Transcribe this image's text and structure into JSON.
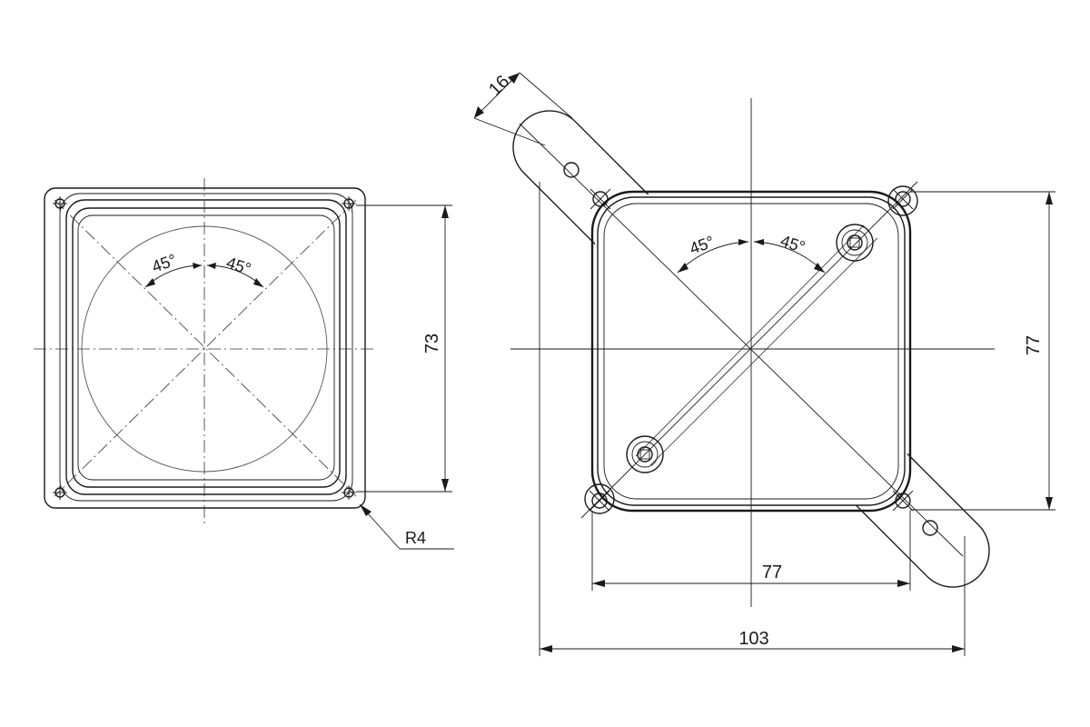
{
  "left_view": {
    "angle_left": "45°",
    "angle_right": "45°",
    "height_dim": "73",
    "radius_label": "R4"
  },
  "right_view": {
    "slot_width_dim": "16",
    "angle_left": "45°",
    "angle_right": "45°",
    "height_dim": "77",
    "width_dim": "77",
    "overall_dim": "103"
  }
}
